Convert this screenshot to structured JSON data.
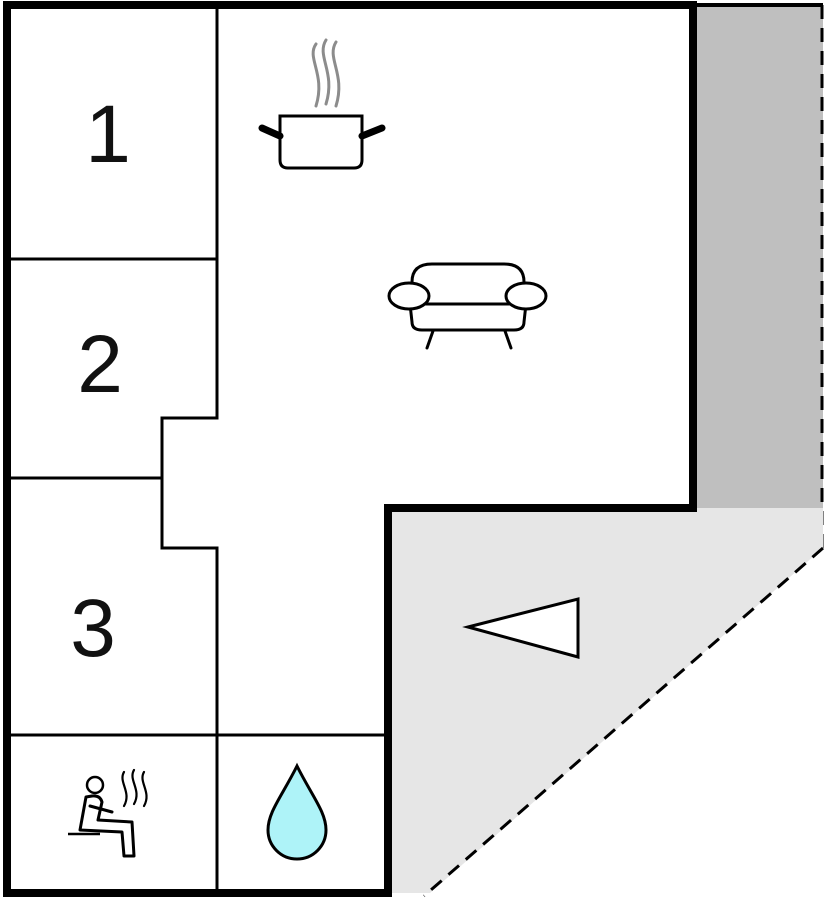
{
  "rooms": {
    "bedroom_1": {
      "label": "1"
    },
    "bedroom_2": {
      "label": "2"
    },
    "bedroom_3": {
      "label": "3"
    }
  },
  "icons": {
    "kitchen": "cooking-pot-icon",
    "living": "sofa-icon",
    "sauna": "sauna-icon",
    "bathroom": "water-drop-icon",
    "terrace": "terrace-triangle-icon"
  },
  "colors": {
    "walls": "#000000",
    "terrace_fill": "#e6e6e6",
    "annex_fill": "#bfbfbf",
    "water_drop": "#aef3f8",
    "steam": "#8c8c8c",
    "background": "#ffffff"
  }
}
